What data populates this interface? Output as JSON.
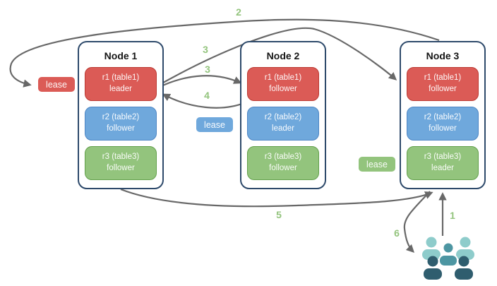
{
  "nodes": [
    {
      "title": "Node 1",
      "replicas": [
        {
          "name": "r1 (table1)",
          "role": "leader",
          "color": "#db5b56"
        },
        {
          "name": "r2 (table2)",
          "role": "follower",
          "color": "#6fa8dc"
        },
        {
          "name": "r3 (table3)",
          "role": "follower",
          "color": "#93c47d"
        }
      ]
    },
    {
      "title": "Node 2",
      "replicas": [
        {
          "name": "r1 (table1)",
          "role": "follower",
          "color": "#db5b56"
        },
        {
          "name": "r2 (table2)",
          "role": "leader",
          "color": "#6fa8dc"
        },
        {
          "name": "r3 (table3)",
          "role": "follower",
          "color": "#93c47d"
        }
      ]
    },
    {
      "title": "Node 3",
      "replicas": [
        {
          "name": "r1 (table1)",
          "role": "follower",
          "color": "#db5b56"
        },
        {
          "name": "r2 (table2)",
          "role": "follower",
          "color": "#6fa8dc"
        },
        {
          "name": "r3 (table3)",
          "role": "leader",
          "color": "#93c47d"
        }
      ]
    }
  ],
  "leases": [
    {
      "label": "lease",
      "color": "#db5b56"
    },
    {
      "label": "lease",
      "color": "#6fa8dc"
    },
    {
      "label": "lease",
      "color": "#93c47d"
    }
  ],
  "steps": [
    {
      "label": "2"
    },
    {
      "label": "3"
    },
    {
      "label": "3"
    },
    {
      "label": "4"
    },
    {
      "label": "5"
    },
    {
      "label": "1"
    },
    {
      "label": "6"
    }
  ],
  "icons": {
    "users_group": "users-group-icon"
  },
  "colors": {
    "replica_red": "#db5b56",
    "replica_red_border": "#bb3a33",
    "replica_blue": "#6fa8dc",
    "replica_blue_border": "#4e86c4",
    "replica_green": "#93c47d",
    "replica_green_border": "#62a04b",
    "node_border": "#2e4a6b",
    "arrow_gray": "#686868",
    "step_label_green": "#93c47d",
    "users_light_teal": "#8ecccb",
    "users_mid_teal": "#4d96a2",
    "users_dark_teal": "#2f5d6e"
  }
}
